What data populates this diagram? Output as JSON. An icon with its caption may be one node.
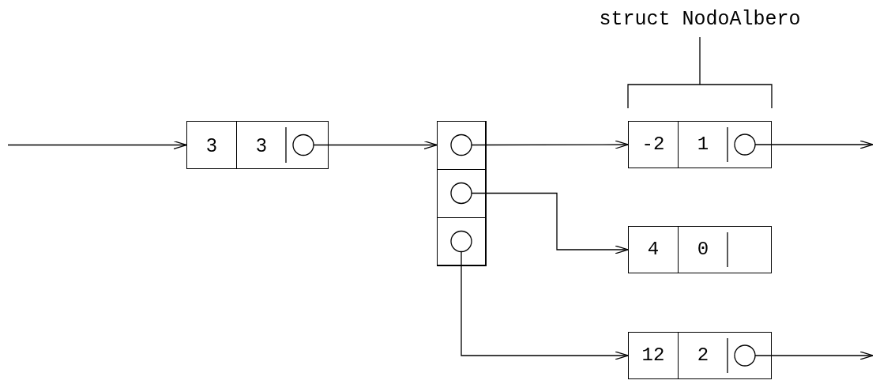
{
  "diagram": {
    "nodes": [
      {
        "text": [
          "3",
          "3"
        ]
      },
      {
        "text": [],
        "shape": "box"
      },
      {
        "text": [],
        "shape": "box",
        "in": 1
      },
      {
        "text": [],
        "shape": "box",
        "in": 1
      },
      {
        "text": [],
        "shape": "box",
        "in": 1
      },
      {
        "text": [
          "-2",
          "1"
        ]
      },
      {
        "text": [
          "4",
          "0"
        ]
      },
      {
        "text": [
          "12",
          "2"
        ]
      }
    ],
    "edges": [
      {
        "from": null,
        "to": 0,
        "arrow": "to"
      },
      {
        "from": 0,
        "to": 2,
        "arrow": "to"
      },
      {
        "from": 2,
        "to": 5,
        "arrow": "to"
      },
      {
        "from": 3,
        "to": 6,
        "arrow": "to"
      },
      {
        "from": 4,
        "to": 7,
        "arrow": "to"
      },
      {
        "from": 5,
        "to": null,
        "arrow": "to"
      },
      {
        "from": 7,
        "to": null,
        "arrow": "to"
      }
    ],
    "labels": [
      "struct NodoAlbero"
    ]
  }
}
